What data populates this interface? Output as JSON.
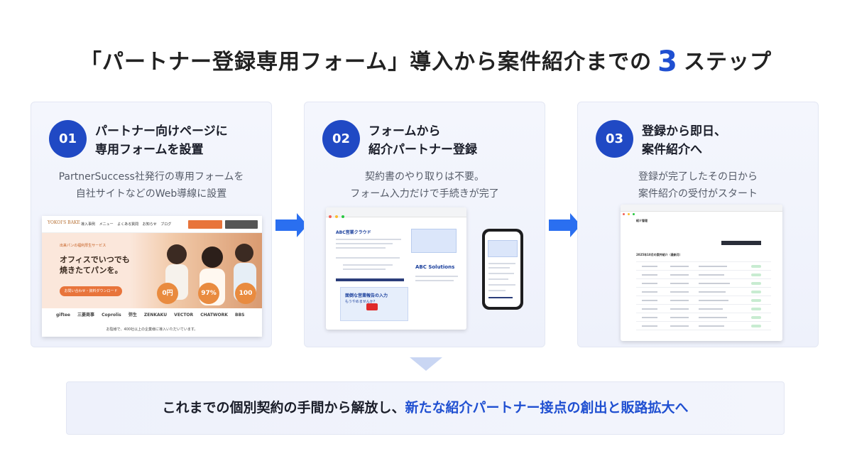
{
  "title": {
    "before": "「パートナー登録専用フォーム」導入から案件紹介までの",
    "number": "3",
    "after": "ステップ"
  },
  "steps": [
    {
      "number": "01",
      "title": "パートナー向けページに\n専用フォームを設置",
      "description": "PartnerSuccess社発行の専用フォームを\n自社サイトなどのWeb導線に設置"
    },
    {
      "number": "02",
      "title": "フォームから\n紹介パートナー登録",
      "description": "契約書のやり取りは不要。\nフォーム入力だけで手続きが完了"
    },
    {
      "number": "03",
      "title": "登録から即日、\n案件紹介へ",
      "description": "登録が完了したその日から\n案件紹介の受付がスタート"
    }
  ],
  "mock1": {
    "logo": "YOKOI'S BAKE",
    "nav": "導入事例 メニュー よくある質問 お知らせ ブログ",
    "hero_sub": "出来パンの福利厚生サービス",
    "hero_heading": "オフィスでいつでも\n焼きたてパンを。",
    "hero_button": "お問い合わせ・資料ダウンロード",
    "stats": [
      "0円",
      "97%",
      "100"
    ],
    "logos": "giftee 三菱商事 Coprolis 弥生 ZENKAKU VECTOR CHATWORK BBS",
    "footer": "お陰様で、400社以上の企業様に導入いただいています。"
  },
  "mock2": {
    "heading": "ABC営業クラウド",
    "video_title": "面倒な営業報告の入力",
    "video_sub": "もうやめませんか？",
    "company": "ABC Solutions"
  },
  "mock3": {
    "heading": "紹介管理",
    "table_title": "2025年10月の案件紹介（最新月）"
  },
  "bottom": {
    "text": "これまでの個別契約の手間から解放し、",
    "highlight": "新たな紹介パートナー接点の創出と販路拡大へ"
  },
  "colors": {
    "accent": "#1f4fd1",
    "arrow": "#2a6ff0",
    "badge": "#2049c4"
  }
}
